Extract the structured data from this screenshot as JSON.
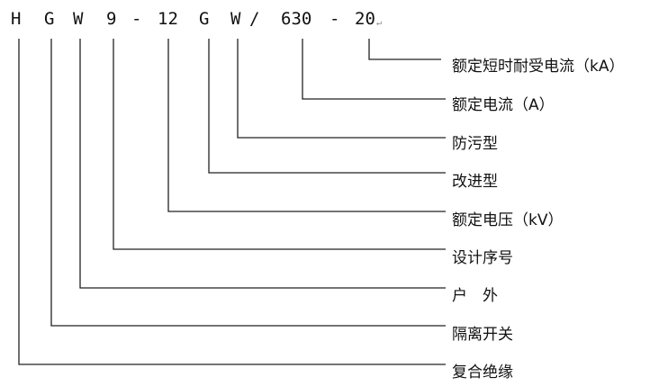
{
  "code_parts": [
    "H",
    "G",
    "W",
    "9",
    "-",
    "12",
    "G",
    "W",
    "/",
    "630",
    "-",
    "20"
  ],
  "return_mark": "↵",
  "labels": [
    "额定短时耐受电流（kA）",
    "额定电流（A）",
    "防污型",
    "改进型",
    "额定电压（kV）",
    "设计序号",
    "户　外",
    "隔离开关",
    "复合绝缘"
  ]
}
